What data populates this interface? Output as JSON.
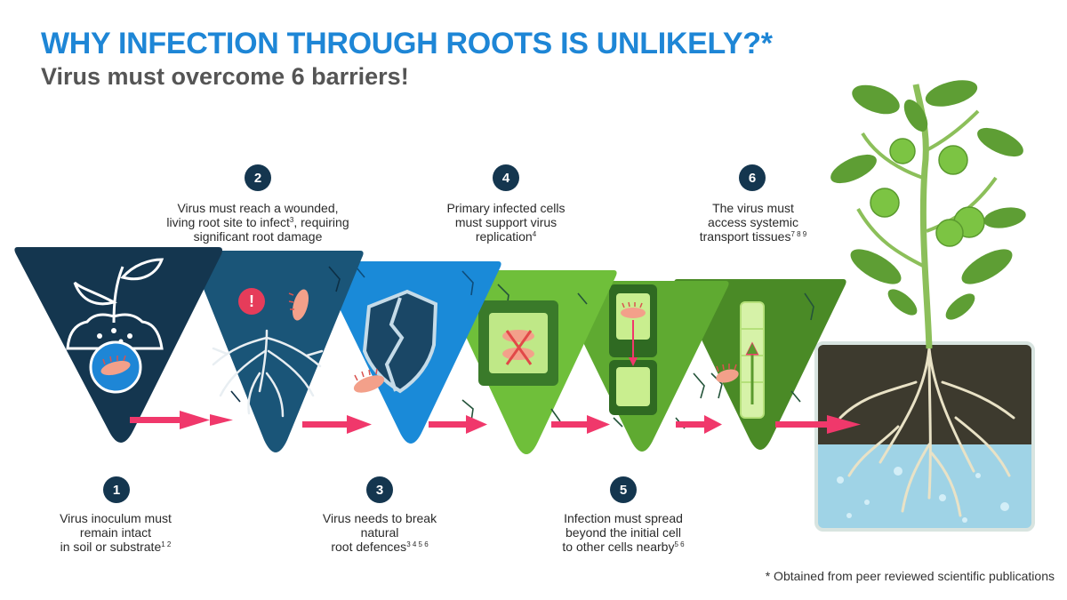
{
  "title": "WHY INFECTION THROUGH ROOTS IS UNLIKELY?*",
  "subtitle": "Virus must overcome 6 barriers!",
  "steps": [
    {
      "number": "1",
      "lines": [
        "Virus inoculum must",
        "remain intact",
        "in soil or substrate"
      ],
      "refs": "1 2"
    },
    {
      "number": "2",
      "lines": [
        "Virus must reach a wounded,",
        "living root site to infect",
        "significant root damage"
      ],
      "refs": "3",
      "line2_suffix": ", requiring"
    },
    {
      "number": "3",
      "lines": [
        "Virus needs to break",
        "natural",
        "root defences"
      ],
      "refs": "3 4 5 6"
    },
    {
      "number": "4",
      "lines": [
        "Primary infected cells",
        "must support virus",
        "replication"
      ],
      "refs": "4"
    },
    {
      "number": "5",
      "lines": [
        "Infection must spread",
        "beyond the initial cell",
        "to other cells nearby"
      ],
      "refs": "5 6"
    },
    {
      "number": "6",
      "lines": [
        "The virus must",
        "access systemic",
        "transport tissues"
      ],
      "refs": "7 8 9"
    }
  ],
  "warning_glyph": "!",
  "footnote": "* Obtained from peer reviewed scientific publications",
  "colors": {
    "title": "#1e86d6",
    "badge": "#14364f",
    "arrow": "#f0386b",
    "panel1": "#14364f",
    "panel2": "#1a5578",
    "panel3": "#1a8ad8",
    "panel4": "#6fbf3a",
    "panel5": "#5faa31",
    "panel6": "#4a8a26"
  }
}
